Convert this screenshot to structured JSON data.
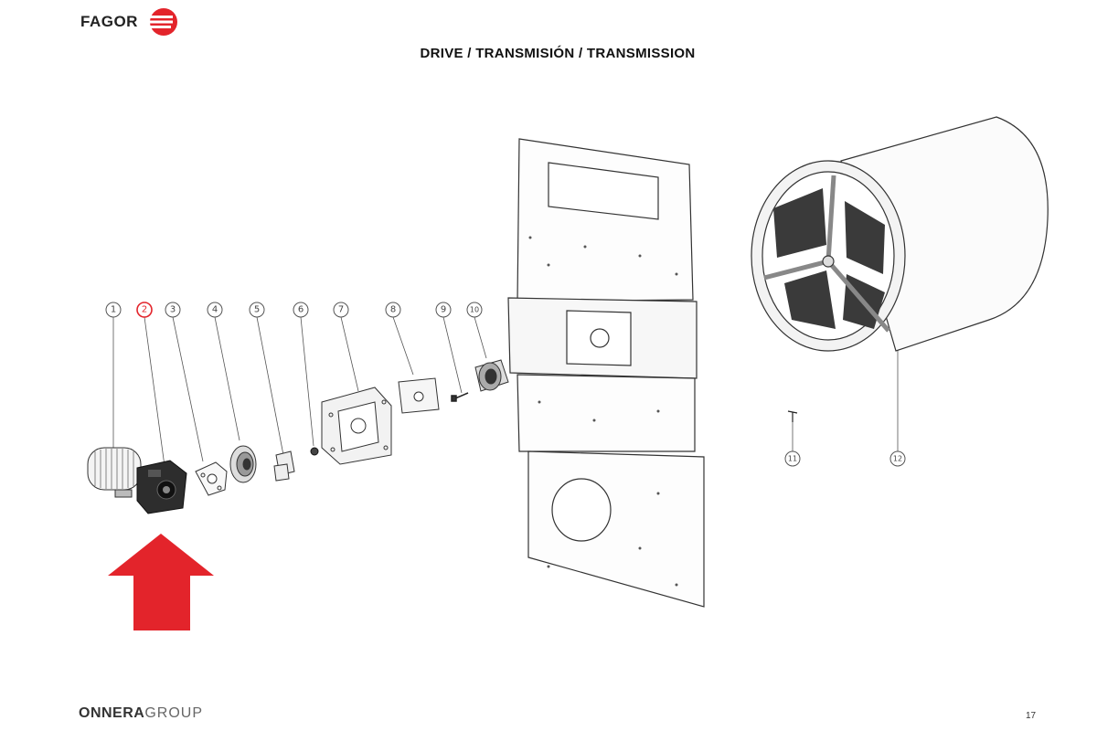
{
  "header": {
    "brand": "FAGOR",
    "brand_color": "#e3242b"
  },
  "title": "DRIVE / TRANSMISIÓN / TRANSMISSION",
  "callouts": [
    {
      "num": "1",
      "highlight": false
    },
    {
      "num": "2",
      "highlight": true
    },
    {
      "num": "3",
      "highlight": false
    },
    {
      "num": "4",
      "highlight": false
    },
    {
      "num": "5",
      "highlight": false
    },
    {
      "num": "6",
      "highlight": false
    },
    {
      "num": "7",
      "highlight": false
    },
    {
      "num": "8",
      "highlight": false
    },
    {
      "num": "9",
      "highlight": false
    },
    {
      "num": "10",
      "highlight": false
    },
    {
      "num": "11",
      "highlight": false
    },
    {
      "num": "12",
      "highlight": false
    }
  ],
  "highlight_color": "#e3242b",
  "arrow_icon": "red-up-arrow-icon",
  "footer": {
    "brand_strong": "ONNERA",
    "brand_light": "GROUP",
    "page_number": "17"
  }
}
